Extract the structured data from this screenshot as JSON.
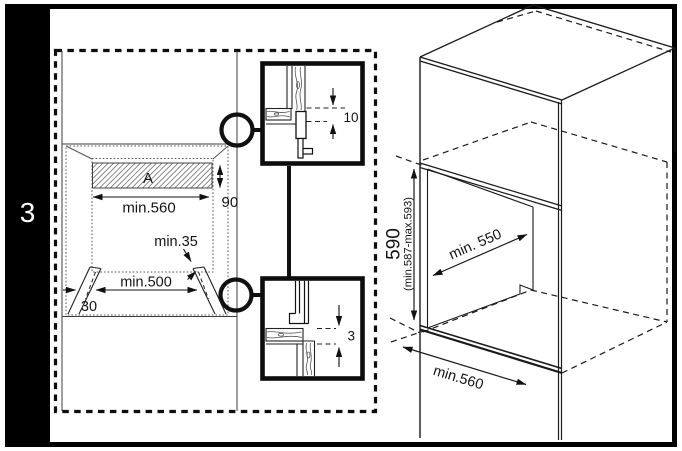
{
  "page": {
    "step_number": "3"
  },
  "front_view": {
    "insert_label": "A",
    "width_dim": "min.560",
    "insert_height_dim": "90",
    "rear_clearance_dim": "min.35",
    "base_width_dim": "min.500",
    "plinth_dim": "30"
  },
  "detail_views": {
    "top_gap_dim": "10",
    "bottom_gap_dim": "3"
  },
  "cabinet_view": {
    "height_dim": "590",
    "height_range_dim": "(min.587-max.593)",
    "depth_dim": "min. 550",
    "width_dim": "min.560"
  },
  "colors": {
    "line": "#1a1a1a",
    "frame": "#000000",
    "background": "#ffffff"
  }
}
